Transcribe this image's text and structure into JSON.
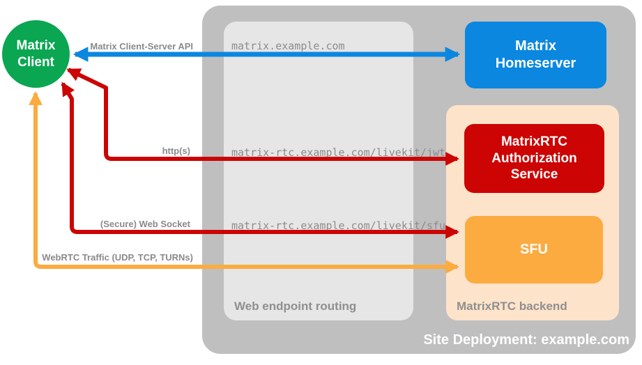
{
  "colors": {
    "green": "#0aa652",
    "blue": "#0b87e0",
    "red": "#cc0404",
    "orange": "#fbab40",
    "backend": "#fde3ca",
    "container": "#bfbfbf",
    "routing": "#e6e6e6",
    "label": "#8a8a8a",
    "sectionlabel": "#8f8f8f",
    "mono": "#8c8c8c"
  },
  "client": {
    "line1": "Matrix",
    "line2": "Client"
  },
  "site": {
    "label": "Site Deployment: example.com"
  },
  "routing_box": {
    "label": "Web endpoint routing"
  },
  "backend_box": {
    "label": "MatrixRTC backend"
  },
  "nodes": {
    "homeserver": "Matrix Homeserver",
    "auth_service": "MatrixRTC Authorization Service",
    "sfu": "SFU"
  },
  "connections": [
    {
      "protocol": "Matrix Client-Server API",
      "endpoint": "matrix.example.com",
      "color": "blue",
      "bidirectional": true,
      "from": "Matrix Client",
      "to": "Matrix Homeserver"
    },
    {
      "protocol": "http(s)",
      "endpoint": "matrix-rtc.example.com/livekit/jwt",
      "color": "red",
      "bidirectional": true,
      "from": "Matrix Client",
      "to": "MatrixRTC Authorization Service"
    },
    {
      "protocol": "(Secure) Web Socket",
      "endpoint": "matrix-rtc.example.com/livekit/sfu",
      "color": "red",
      "bidirectional": true,
      "from": "Matrix Client",
      "to": "SFU"
    },
    {
      "protocol": "WebRTC Traffic (UDP, TCP, TURNs)",
      "endpoint": "",
      "color": "orange",
      "bidirectional": true,
      "from": "Matrix Client",
      "to": "SFU"
    }
  ]
}
